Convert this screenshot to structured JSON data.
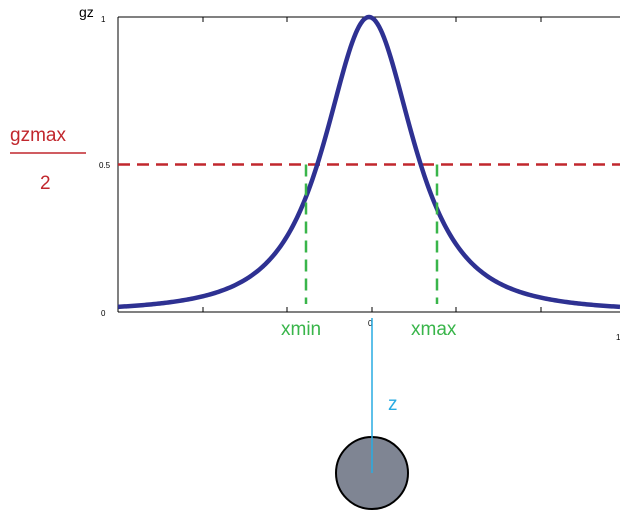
{
  "labels": {
    "y_axis": "gz",
    "y_tick_1": "1",
    "y_tick_half": "0.5",
    "y_tick_0": "0",
    "x_tick_0": "0",
    "x_tick_right": "1",
    "half_max_numerator": "gzmax",
    "half_max_denominator": "2",
    "x_min": "xmin",
    "x_max": "xmax",
    "depth": "z"
  },
  "colors": {
    "curve": "#2e3192",
    "half_max_line": "#c1272d",
    "width_markers": "#39b54a",
    "depth_line": "#29abe2",
    "sphere_fill": "#7f8593",
    "sphere_stroke": "#000000"
  },
  "chart_data": {
    "type": "line",
    "function": "gz = 1 / (1 + (x/z)^2)^(3/2)",
    "ylim": [
      0,
      1
    ],
    "yticks": [
      0,
      0.5,
      1
    ],
    "half_max": 0.5,
    "xlim_in_depth_units": [
      -3.72,
      3.72
    ],
    "x_half_width_in_depth_units": 0.766
  }
}
